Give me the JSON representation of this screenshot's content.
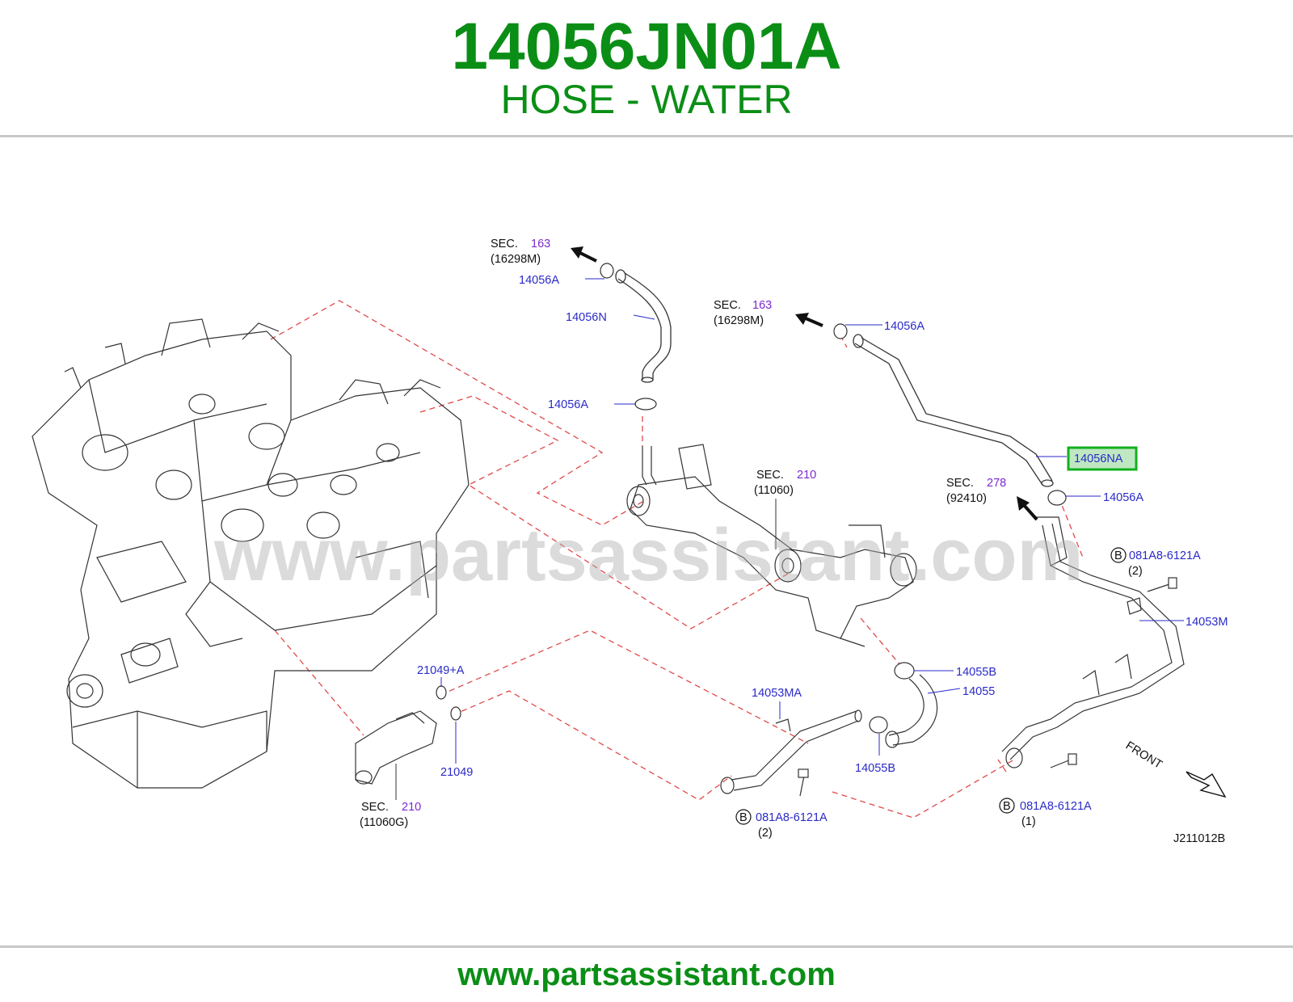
{
  "header": {
    "part_number": "14056JN01A",
    "part_name": "HOSE - WATER"
  },
  "footer": {
    "url": "www.partsassistant.com"
  },
  "watermark": "www.partsassistant.com",
  "diagram_code": "J211012B",
  "front_label": "FRONT",
  "colors": {
    "title_green": "#0b8e16",
    "callout_blue": "#2a2ac8",
    "section_purple": "#7a2ad0",
    "highlight_green": "#12b01e",
    "highlight_fill": "#bfe8c2",
    "leader_red": "#e04a4a"
  },
  "sections": [
    {
      "prefix": "SEC.",
      "number": "163",
      "ref": "(16298M)"
    },
    {
      "prefix": "SEC.",
      "number": "163",
      "ref": "(16298M)"
    },
    {
      "prefix": "SEC.",
      "number": "210",
      "ref": "(11060)"
    },
    {
      "prefix": "SEC.",
      "number": "278",
      "ref": "(92410)"
    },
    {
      "prefix": "SEC.",
      "number": "210",
      "ref": "(11060G)"
    }
  ],
  "callouts": {
    "c1": "14056A",
    "c2": "14056N",
    "c3": "14056A",
    "c4": "14056A",
    "c5": "14056NA",
    "c6": "14056A",
    "c7": "081A8-6121A",
    "c7q": "(2)",
    "c8": "14053M",
    "c9": "14055B",
    "c10": "14055",
    "c11": "21049+A",
    "c12": "21049",
    "c13": "14053MA",
    "c14": "14055B",
    "c15": "081A8-6121A",
    "c15q": "(2)",
    "c16": "081A8-6121A",
    "c16q": "(1)",
    "bolt_marker": "B"
  }
}
